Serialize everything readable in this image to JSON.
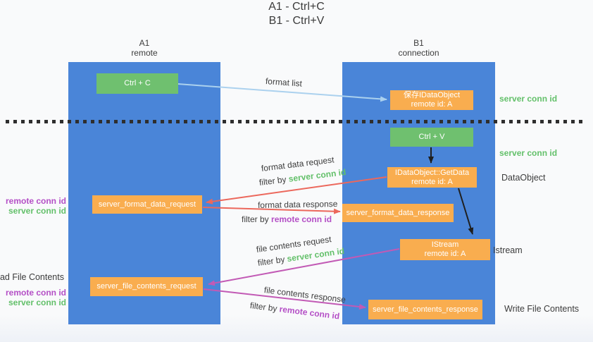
{
  "title": {
    "line1": "A1 - Ctrl+C",
    "line2": "B1 - Ctrl+V"
  },
  "columns": {
    "a": {
      "name": "A1",
      "subtitle": "remote"
    },
    "b": {
      "name": "B1",
      "subtitle": "connection"
    }
  },
  "nodes": {
    "ctrl_c": {
      "label": "Ctrl + C"
    },
    "save_dataobject": {
      "line1": "保存IDataObject",
      "line2": "remote id: A"
    },
    "ctrl_v": {
      "label": "Ctrl + V"
    },
    "getdata": {
      "line1": "IDataObject::GetData",
      "line2": "remote id: A"
    },
    "format_request": {
      "label": "server_format_data_request"
    },
    "format_response": {
      "label": "server_format_data_response"
    },
    "istream": {
      "line1": "IStream",
      "line2": "remote id: A"
    },
    "file_request": {
      "label": "server_file_contents_request"
    },
    "file_response": {
      "label": "server_file_contents_response"
    }
  },
  "flow": {
    "format_list": "format list",
    "format_data_request": "format data request",
    "format_data_response": "format data response",
    "file_contents_request": "file contents request",
    "file_contents_response": "file contents response",
    "filter_by": "filter by",
    "server_conn_id": "server conn id",
    "remote_conn_id": "remote conn id"
  },
  "side_labels": {
    "right_top_server_conn_id": "server conn id",
    "right_mid_server_conn_id": "server conn id",
    "right_dataobject": "DataObject",
    "right_istream": "Istream",
    "right_write_file_contents": "Write File Contents",
    "left_remote_conn_id_top": "remote conn id",
    "left_server_conn_id_top": "server conn id",
    "left_read_file_contents": "Read File Contents",
    "left_remote_conn_id_bottom": "remote conn id",
    "left_server_conn_id_bottom": "server conn id"
  },
  "colors": {
    "column_blue": "#4a85d8",
    "box_green": "#6fc06f",
    "box_orange": "#f9ad4f",
    "arrow_light_blue": "#abd1ee",
    "arrow_black": "#1f1f1f",
    "arrow_red": "#ec685c",
    "arrow_magenta": "#c25ab5",
    "text_green": "#63c06a",
    "text_purple": "#b44fc6",
    "text_dark": "#3c3c3c"
  }
}
